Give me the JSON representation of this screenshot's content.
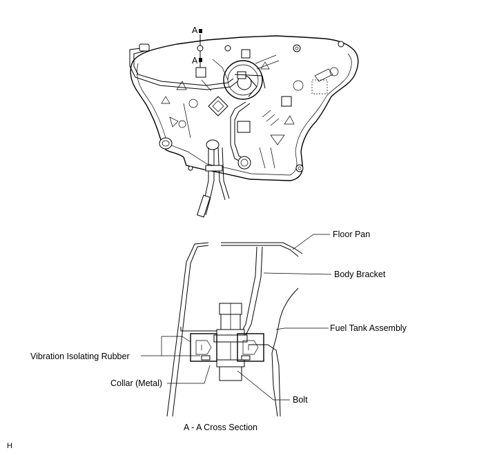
{
  "section_marker": "A",
  "labels": {
    "floor_pan": "Floor Pan",
    "body_bracket": "Body Bracket",
    "fuel_tank_assembly": "Fuel Tank Assembly",
    "vibration_isolating_rubber": "Vibration Isolating Rubber",
    "collar_metal": "Collar (Metal)",
    "bolt": "Bolt"
  },
  "caption": "A - A Cross Section",
  "corner_code": "H"
}
